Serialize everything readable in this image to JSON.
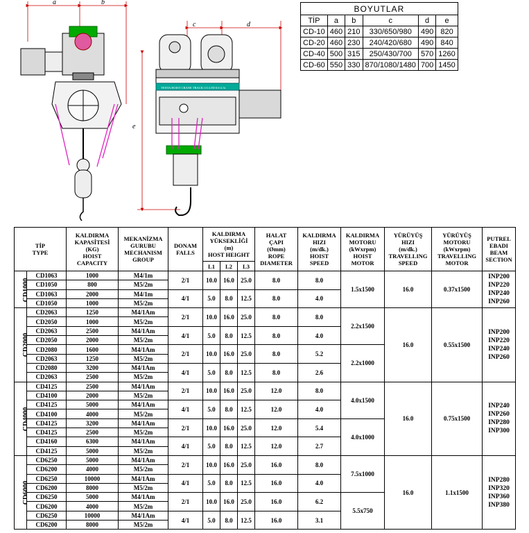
{
  "drawing": {
    "labels": {
      "a": "a",
      "b": "b",
      "c": "c",
      "d": "d",
      "e": "e"
    },
    "plate_text": "TENTA HOIST CRANE  TRACK  CO.LTD  0.6-2.5t"
  },
  "dims": {
    "title": "BOYUTLAR",
    "headers": [
      "TİP",
      "a",
      "b",
      "c",
      "d",
      "e"
    ],
    "rows": [
      [
        "CD-10",
        "460",
        "210",
        "330/650/980",
        "490",
        "820"
      ],
      [
        "CD-20",
        "460",
        "230",
        "240/420/680",
        "490",
        "840"
      ],
      [
        "CD-40",
        "500",
        "315",
        "250/430/700",
        "570",
        "1260"
      ],
      [
        "CD-60",
        "550",
        "330",
        "870/1080/1480",
        "700",
        "1450"
      ]
    ]
  },
  "spec": {
    "headers": {
      "type": [
        "TİP",
        "TYPE"
      ],
      "capacity": [
        "KALDIRMA",
        "KAPASİTESİ",
        "(KG)",
        "HOIST",
        "CAPACITY"
      ],
      "mechanism": [
        "MEKANİZMA",
        "GURUBU",
        "MECHANISM",
        "GROUP"
      ],
      "falls": [
        "DONAM",
        "FALLS"
      ],
      "height": [
        "KALDIRMA",
        "YÜKSEKLİĞİ",
        "(m)",
        "HOST HEIGHT"
      ],
      "l1": "L1",
      "l2": "L2",
      "l3": "L3",
      "rope": [
        "HALAT",
        "ÇAPI",
        "(Ømm)",
        "ROPE",
        "DIAMETER"
      ],
      "speed": [
        "KALDIRMA",
        "HIZI",
        "(m/dk.)",
        "HOIST",
        "SPEED"
      ],
      "motor": [
        "KALDIRMA",
        "MOTORU",
        "(kWxrpm)",
        "HOIST",
        "MOTOR"
      ],
      "tspeed": [
        "YÜRÜYÜŞ",
        "HIZI",
        "(m/dk.)",
        "TRAVELLING",
        "SPEED"
      ],
      "tmotor": [
        "YÜRÜYÜŞ",
        "MOTORU",
        "(kWxrpm)",
        "TRAVELLING",
        "MOTOR"
      ],
      "section": [
        "PUTREL",
        "EBADI",
        "BEAM",
        "SECTION"
      ]
    },
    "groups": [
      {
        "name": "CD1000",
        "models": [
          [
            "CD1063",
            "1000",
            "M4/1m"
          ],
          [
            "CD1050",
            "800",
            "M5/2m"
          ],
          [
            "CD1063",
            "2000",
            "M4/1m"
          ],
          [
            "CD1050",
            "1000",
            "M5/2m"
          ]
        ],
        "blocks": [
          {
            "falls": "2/1",
            "l1": "10.0",
            "l2": "16.0",
            "l3": "25.0",
            "rope": "8.0",
            "speed": "8.0"
          },
          {
            "falls": "4/1",
            "l1": "5.0",
            "l2": "8.0",
            "l3": "12.5",
            "rope": "8.0",
            "speed": "4.0"
          }
        ],
        "motors": [
          "1.5x1500"
        ],
        "tspeed": "16.0",
        "tmotor": "0.37x1500",
        "sections": [
          "INP200",
          "INP220",
          "INP240",
          "INP260"
        ]
      },
      {
        "name": "CD2000",
        "models": [
          [
            "CD2063",
            "1250",
            "M4/1Am"
          ],
          [
            "CD2050",
            "1000",
            "M5/2m"
          ],
          [
            "CD2063",
            "2500",
            "M4/1Am"
          ],
          [
            "CD2050",
            "2000",
            "M5/2m"
          ],
          [
            "CD2080",
            "1600",
            "M4/1Am"
          ],
          [
            "CD2063",
            "1250",
            "M5/2m"
          ],
          [
            "CD2080",
            "3200",
            "M4/1Am"
          ],
          [
            "CD2063",
            "2500",
            "M5/2m"
          ]
        ],
        "blocks": [
          {
            "falls": "2/1",
            "l1": "10.0",
            "l2": "16.0",
            "l3": "25.0",
            "rope": "8.0",
            "speed": "8.0"
          },
          {
            "falls": "4/1",
            "l1": "5.0",
            "l2": "8.0",
            "l3": "12.5",
            "rope": "8.0",
            "speed": "4.0"
          },
          {
            "falls": "2/1",
            "l1": "10.0",
            "l2": "16.0",
            "l3": "25.0",
            "rope": "8.0",
            "speed": "5.2"
          },
          {
            "falls": "4/1",
            "l1": "5.0",
            "l2": "8.0",
            "l3": "12.5",
            "rope": "8.0",
            "speed": "2.6"
          }
        ],
        "motors": [
          "2.2x1500",
          "2.2x1000"
        ],
        "tspeed": "16.0",
        "tmotor": "0.55x1500",
        "sections": [
          "INP200",
          "INP220",
          "INP240",
          "INP260"
        ]
      },
      {
        "name": "CD4000",
        "models": [
          [
            "CD4125",
            "2500",
            "M4/1Am"
          ],
          [
            "CD4100",
            "2000",
            "M5/2m"
          ],
          [
            "CD4125",
            "5000",
            "M4/1Am"
          ],
          [
            "CD4100",
            "4000",
            "M5/2m"
          ],
          [
            "CD4125",
            "3200",
            "M4/1Am"
          ],
          [
            "CD4125",
            "2500",
            "M5/2m"
          ],
          [
            "CD4160",
            "6300",
            "M4/1Am"
          ],
          [
            "CD4125",
            "5000",
            "M5/2m"
          ]
        ],
        "blocks": [
          {
            "falls": "2/1",
            "l1": "10.0",
            "l2": "16.0",
            "l3": "25.0",
            "rope": "12.0",
            "speed": "8.0"
          },
          {
            "falls": "4/1",
            "l1": "5.0",
            "l2": "8.0",
            "l3": "12.5",
            "rope": "12.0",
            "speed": "4.0"
          },
          {
            "falls": "2/1",
            "l1": "10.0",
            "l2": "16.0",
            "l3": "25.0",
            "rope": "12.0",
            "speed": "5.4"
          },
          {
            "falls": "4/1",
            "l1": "5.0",
            "l2": "8.0",
            "l3": "12.5",
            "rope": "12.0",
            "speed": "2.7"
          }
        ],
        "motors": [
          "4.0x1500",
          "4.0x1000"
        ],
        "tspeed": "16.0",
        "tmotor": "0.75x1500",
        "sections": [
          "INP240",
          "INP260",
          "INP280",
          "INP300"
        ]
      },
      {
        "name": "CD6000",
        "models": [
          [
            "CD6250",
            "5000",
            "M4/1Am"
          ],
          [
            "CD6200",
            "4000",
            "M5/2m"
          ],
          [
            "CD6250",
            "10000",
            "M4/1Am"
          ],
          [
            "CD6200",
            "8000",
            "M5/2m"
          ],
          [
            "CD6250",
            "5000",
            "M4/1Am"
          ],
          [
            "CD6200",
            "4000",
            "M5/2m"
          ],
          [
            "CD6250",
            "10000",
            "M4/1Am"
          ],
          [
            "CD6200",
            "8000",
            "M5/2m"
          ]
        ],
        "blocks": [
          {
            "falls": "2/1",
            "l1": "10.0",
            "l2": "16.0",
            "l3": "25.0",
            "rope": "16.0",
            "speed": "8.0"
          },
          {
            "falls": "4/1",
            "l1": "5.0",
            "l2": "8.0",
            "l3": "12.5",
            "rope": "16.0",
            "speed": "4.0"
          },
          {
            "falls": "2/1",
            "l1": "10.0",
            "l2": "16.0",
            "l3": "25.0",
            "rope": "16.0",
            "speed": "6.2"
          },
          {
            "falls": "4/1",
            "l1": "5.0",
            "l2": "8.0",
            "l3": "12.5",
            "rope": "16.0",
            "speed": "3.1"
          }
        ],
        "motors": [
          "7.5x1000",
          "5.5x750"
        ],
        "tspeed": "16.0",
        "tmotor": "1.1x1500",
        "sections": [
          "INP280",
          "INP320",
          "INP360",
          "INP380"
        ]
      }
    ]
  }
}
